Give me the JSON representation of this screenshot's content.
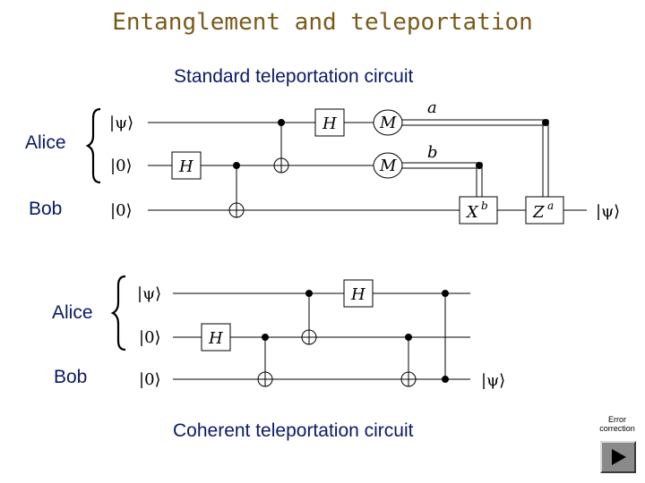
{
  "title": "Entanglement and teleportation",
  "standard": {
    "caption": "Standard teleportation circuit",
    "alice": "Alice",
    "bob": "Bob",
    "inputs": [
      "|ψ⟩",
      "|0⟩",
      "|0⟩"
    ],
    "gates": {
      "h1": "H",
      "h2": "H",
      "m1": "M",
      "m2": "M",
      "x": "X",
      "x_exp": "b",
      "z": "Z",
      "z_exp": "a"
    },
    "bits": {
      "a": "a",
      "b": "b"
    },
    "output": "|ψ⟩"
  },
  "coherent": {
    "caption": "Coherent teleportation circuit",
    "alice": "Alice",
    "bob": "Bob",
    "inputs": [
      "|ψ⟩",
      "|0⟩",
      "|0⟩"
    ],
    "gates": {
      "h1": "H",
      "h2": "H"
    },
    "output": "|ψ⟩"
  },
  "nav": {
    "label_line1": "Error",
    "label_line2": "correction",
    "icon": "play-icon"
  }
}
